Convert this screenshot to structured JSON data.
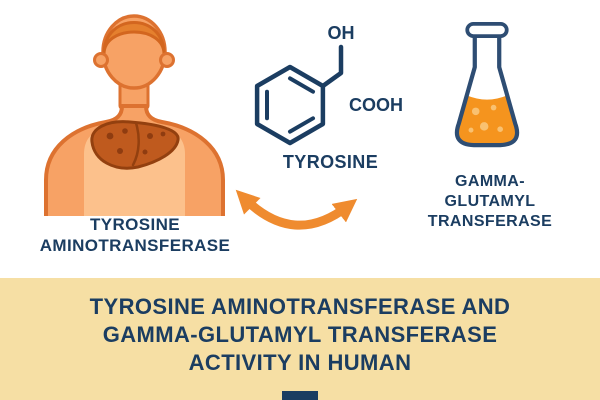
{
  "banner": {
    "title_lines": [
      "TYROSINE AMINOTRANSFERASE AND",
      "GAMMA-GLUTAMYL TRANSFERASE",
      "ACTIVITY IN HUMAN"
    ]
  },
  "human_figure": {
    "label_lines": [
      "TYROSINE",
      "AMINOTRANSFERASE"
    ]
  },
  "molecule": {
    "name_label": "TYROSINE",
    "hydroxyl_label": "OH",
    "carboxyl_label": "COOH"
  },
  "flask": {
    "label_lines": [
      "GAMMA-",
      "GLUTAMYL",
      "TRANSFERASE"
    ]
  },
  "colors": {
    "navy_text": "#1b3d61",
    "arrow_orange": "#ef8b2f",
    "banner_background": "#f6dfa4",
    "skin": "#f7a265",
    "skin_outline": "#dd7230",
    "chest_panel": "#fcc18c",
    "liver": "#bf5a1e",
    "liver_spot": "#8f3c10",
    "flask_outline": "#2e4d73",
    "flask_liquid": "#f5941e",
    "flask_bubble": "#f9c171",
    "hair": "#e5802e"
  }
}
